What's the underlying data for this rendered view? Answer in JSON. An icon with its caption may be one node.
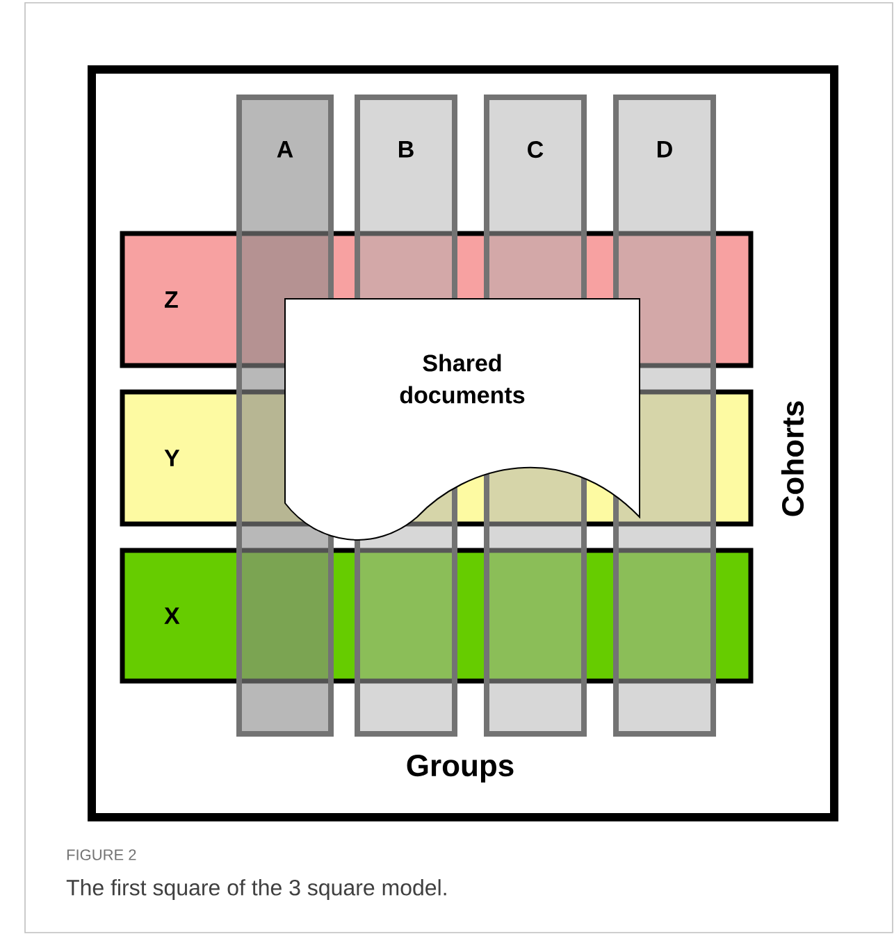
{
  "diagram": {
    "title": "FIGURE 2",
    "caption": "The first square of the 3 square model.",
    "nodes": [
      {
        "text": [
          "A"
        ]
      },
      {
        "text": [
          "B"
        ]
      },
      {
        "text": [
          "C"
        ]
      },
      {
        "text": [
          "D"
        ]
      },
      {
        "text": [
          "Z"
        ]
      },
      {
        "text": [
          "Y"
        ]
      },
      {
        "text": [
          "X"
        ]
      },
      {
        "text": [
          "Shared documents"
        ]
      }
    ],
    "labels": [
      "Cohorts",
      "Groups"
    ]
  }
}
